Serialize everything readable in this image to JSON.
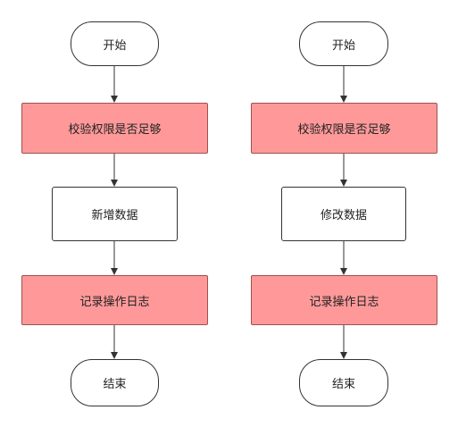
{
  "flows": [
    {
      "id": "left",
      "steps": [
        {
          "kind": "terminal",
          "label": "开始"
        },
        {
          "kind": "check",
          "label": "校验权限是否足够"
        },
        {
          "kind": "process",
          "label": "新增数据"
        },
        {
          "kind": "log",
          "label": "记录操作日志"
        },
        {
          "kind": "terminal",
          "label": "结束"
        }
      ]
    },
    {
      "id": "right",
      "steps": [
        {
          "kind": "terminal",
          "label": "开始"
        },
        {
          "kind": "check",
          "label": "校验权限是否足够"
        },
        {
          "kind": "process",
          "label": "修改数据"
        },
        {
          "kind": "log",
          "label": "记录操作日志"
        },
        {
          "kind": "terminal",
          "label": "结束"
        }
      ]
    }
  ],
  "colors": {
    "highlight_fill": "#ff9999",
    "highlight_stroke": "#a05050",
    "line": "#333333"
  }
}
